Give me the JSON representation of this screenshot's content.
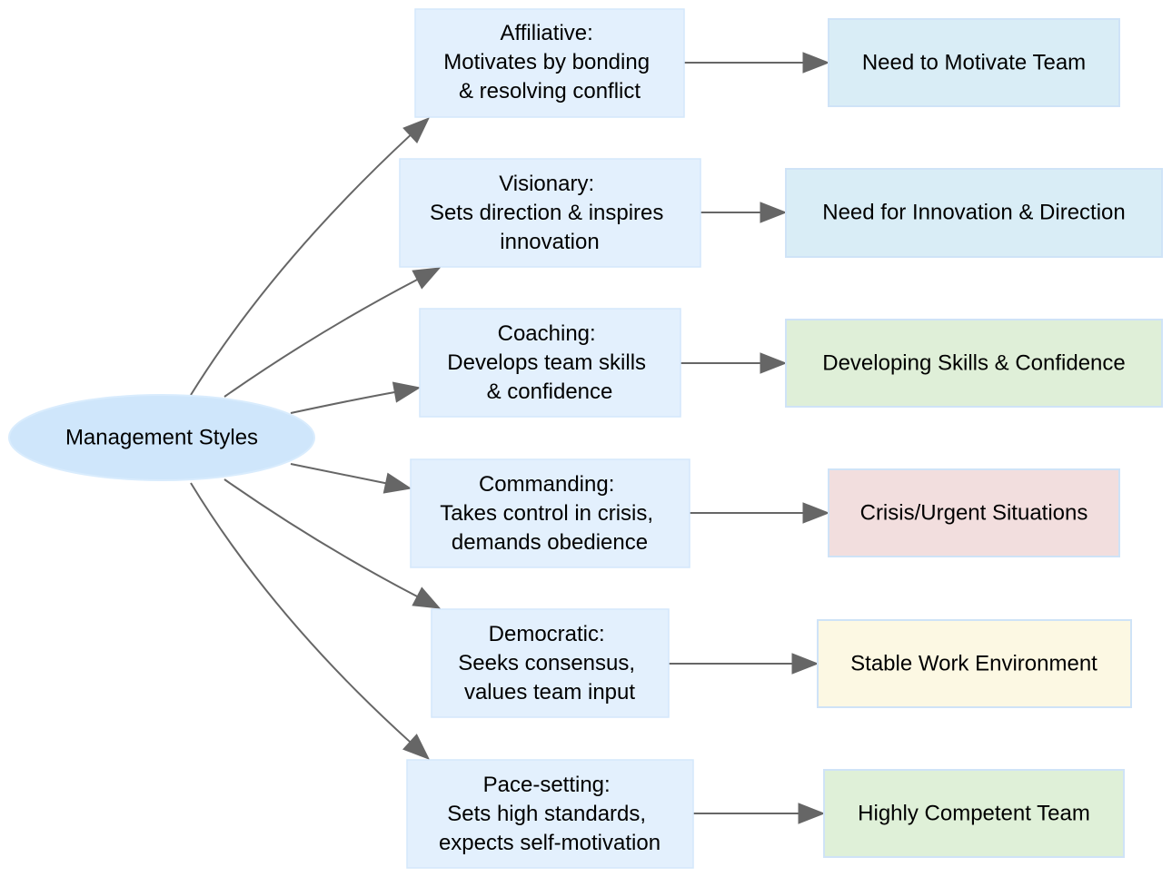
{
  "root": {
    "label": "Management Styles",
    "color": "#cfe6fb",
    "border": "#d9ecfd"
  },
  "styles": [
    {
      "lines": [
        "Affiliative:",
        "Motivates by bonding",
        "& resolving conflict"
      ]
    },
    {
      "lines": [
        "Visionary:",
        "Sets direction & inspires",
        "innovation"
      ]
    },
    {
      "lines": [
        "Coaching:",
        "Develops team skills",
        "& confidence"
      ]
    },
    {
      "lines": [
        "Commanding:",
        "Takes control in crisis,",
        "demands obedience"
      ]
    },
    {
      "lines": [
        "Democratic:",
        "Seeks consensus,",
        "values team input"
      ]
    },
    {
      "lines": [
        "Pace-setting:",
        "Sets high standards,",
        "expects self-motivation"
      ]
    }
  ],
  "situations": [
    {
      "label": "Need to Motivate Team",
      "color": "#d9edf6"
    },
    {
      "label": "Need for Innovation & Direction",
      "color": "#d9edf6"
    },
    {
      "label": "Developing Skills & Confidence",
      "color": "#dfefd8"
    },
    {
      "label": "Crisis/Urgent Situations",
      "color": "#f2dede"
    },
    {
      "label": "Stable Work Environment",
      "color": "#fcf8e3"
    },
    {
      "label": "Highly Competent Team",
      "color": "#dff0d8"
    }
  ],
  "colors": {
    "style_fill": "#e3f0fd",
    "style_border": "#d4e7fb",
    "situation_border": "#cfe3f7",
    "edge": "#666666"
  }
}
